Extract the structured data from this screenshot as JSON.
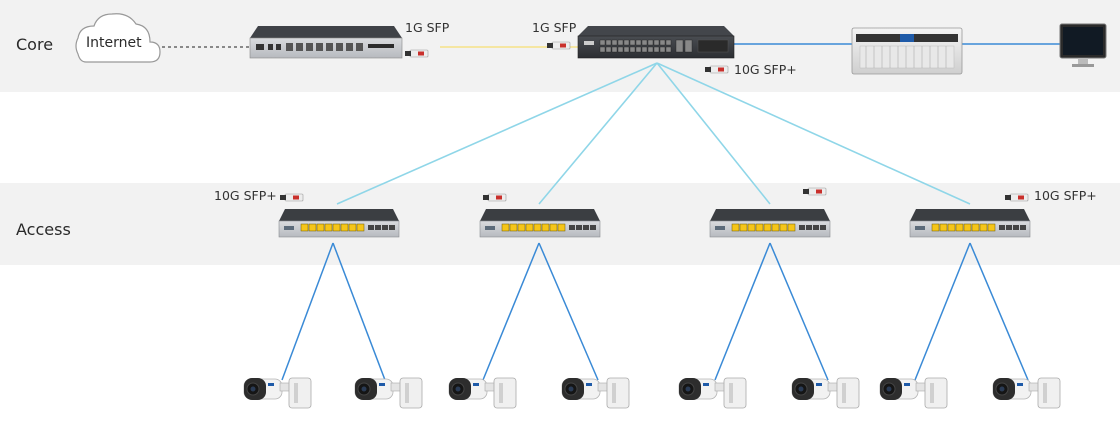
{
  "tiers": {
    "core": "Core",
    "access": "Access"
  },
  "nodes": {
    "internet": "Internet"
  },
  "links": {
    "router_to_core": "1G SFP",
    "core_side_1g": "1G SFP",
    "core_uplink": "10G SFP+",
    "access_left": "10G SFP+",
    "access_right": "10G SFP+"
  },
  "colors": {
    "band": "#f2f2f2",
    "uplink": "#8fd6e8",
    "camera_link": "#3a8ad6",
    "fiber_1g": "#f5e6a2"
  }
}
